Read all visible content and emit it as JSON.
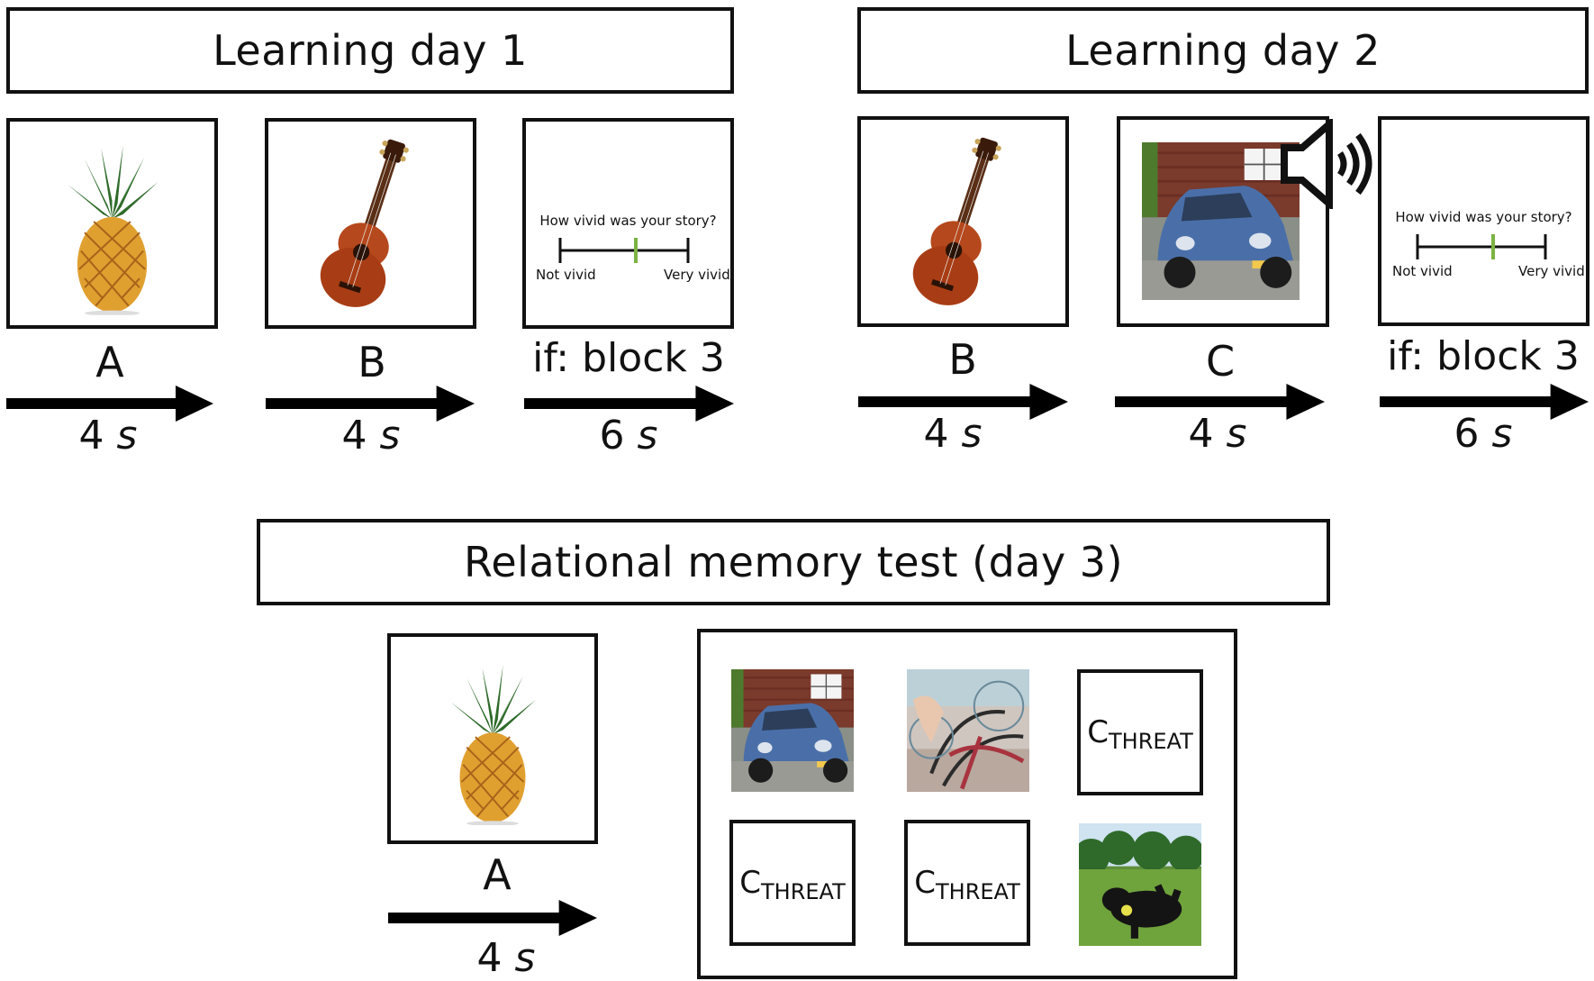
{
  "headers": {
    "day1": "Learning day 1",
    "day2": "Learning day 2",
    "day3": "Relational memory test (day 3)"
  },
  "day1": {
    "stim_a": {
      "letter": "A",
      "duration": "4",
      "unit": "s",
      "image": "pineapple"
    },
    "stim_b": {
      "letter": "B",
      "duration": "4",
      "unit": "s",
      "image": "guitar"
    },
    "rating": {
      "question": "How vivid was your story?",
      "low": "Not vivid",
      "high": "Very vivid",
      "condition": "if: block 3",
      "duration": "6",
      "unit": "s"
    }
  },
  "day2": {
    "stim_b": {
      "letter": "B",
      "duration": "4",
      "unit": "s",
      "image": "guitar"
    },
    "stim_c": {
      "letter": "C",
      "duration": "4",
      "unit": "s",
      "image": "blue-car",
      "icon": "speaker-sound-icon"
    },
    "rating": {
      "question": "How vivid was your story?",
      "low": "Not vivid",
      "high": "Very vivid",
      "condition": "if: block 3",
      "duration": "6",
      "unit": "s"
    }
  },
  "day3": {
    "cue": {
      "letter": "A",
      "duration": "4",
      "unit": "s",
      "image": "pineapple"
    },
    "options": [
      {
        "type": "image",
        "image": "blue-car"
      },
      {
        "type": "image",
        "image": "bicycles"
      },
      {
        "type": "text",
        "main": "C",
        "sub": "THREAT"
      },
      {
        "type": "text",
        "main": "C",
        "sub": "THREAT"
      },
      {
        "type": "text",
        "main": "C",
        "sub": "THREAT"
      },
      {
        "type": "image",
        "image": "dog-on-grass"
      }
    ]
  },
  "colors": {
    "frame": "#111111",
    "scale_marker": "#7cb342"
  }
}
